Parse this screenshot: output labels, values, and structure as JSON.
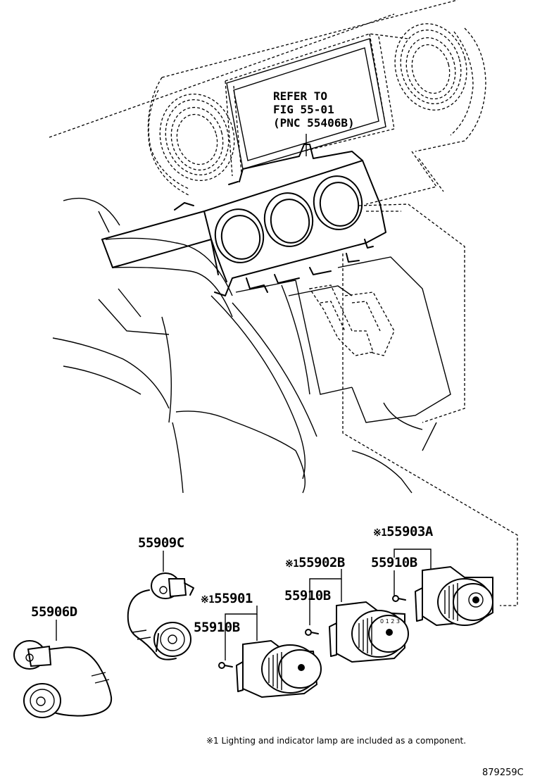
{
  "reference_note": {
    "line1": "REFER TO",
    "line2": "FIG 55-01",
    "line3": "(PNC 55406B)"
  },
  "parts": {
    "p55903A": {
      "mark": "※1",
      "number": "55903A"
    },
    "p55910B_right": {
      "number": "55910B"
    },
    "p55902B": {
      "mark": "※1",
      "number": "55902B"
    },
    "p55910B_mid": {
      "number": "55910B"
    },
    "p55901": {
      "mark": "※1",
      "number": "55901"
    },
    "p55910B_left": {
      "number": "55910B"
    },
    "p55909C": {
      "number": "55909C"
    },
    "p55906D": {
      "number": "55906D"
    }
  },
  "footnote": "※1 Lighting and indicator lamp are included as a component.",
  "figure_code": "879259C"
}
